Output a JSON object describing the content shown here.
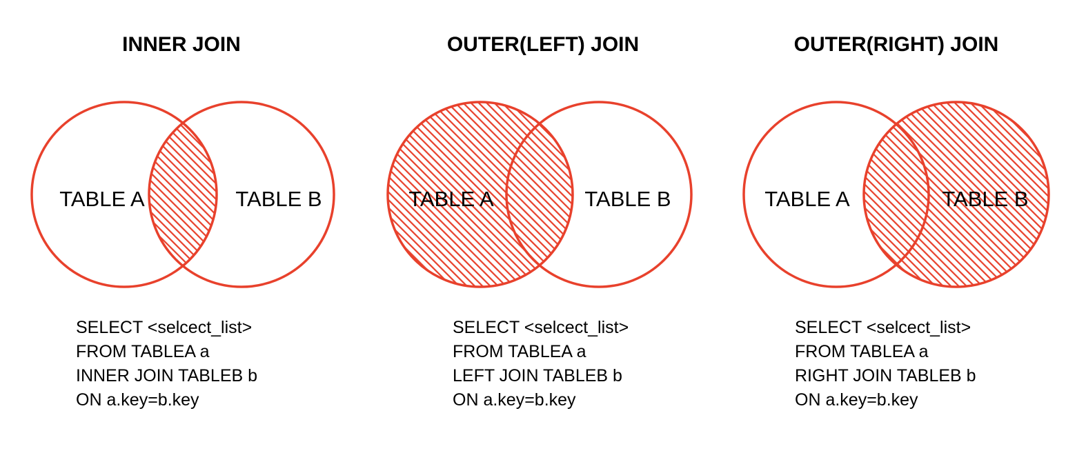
{
  "colors": {
    "accent": "#e8412c",
    "text": "#000000",
    "background": "#ffffff"
  },
  "panels": [
    {
      "title": "INNER JOIN",
      "shaded": "intersection",
      "table_a": "TABLE A",
      "table_b": "TABLE B",
      "sql": [
        "SELECT <selcect_list>",
        "FROM TABLEA a",
        "INNER JOIN TABLEB b",
        "ON a.key=b.key"
      ]
    },
    {
      "title": "OUTER(LEFT) JOIN",
      "shaded": "left",
      "table_a": "TABLE A",
      "table_b": "TABLE B",
      "sql": [
        "SELECT <selcect_list>",
        "FROM TABLEA a",
        "LEFT JOIN TABLEB b",
        "ON a.key=b.key"
      ]
    },
    {
      "title": "OUTER(RIGHT) JOIN",
      "shaded": "right",
      "table_a": "TABLE A",
      "table_b": "TABLE B",
      "sql": [
        "SELECT <selcect_list>",
        "FROM TABLEA a",
        "RIGHT JOIN TABLEB b",
        "ON a.key=b.key"
      ]
    }
  ]
}
